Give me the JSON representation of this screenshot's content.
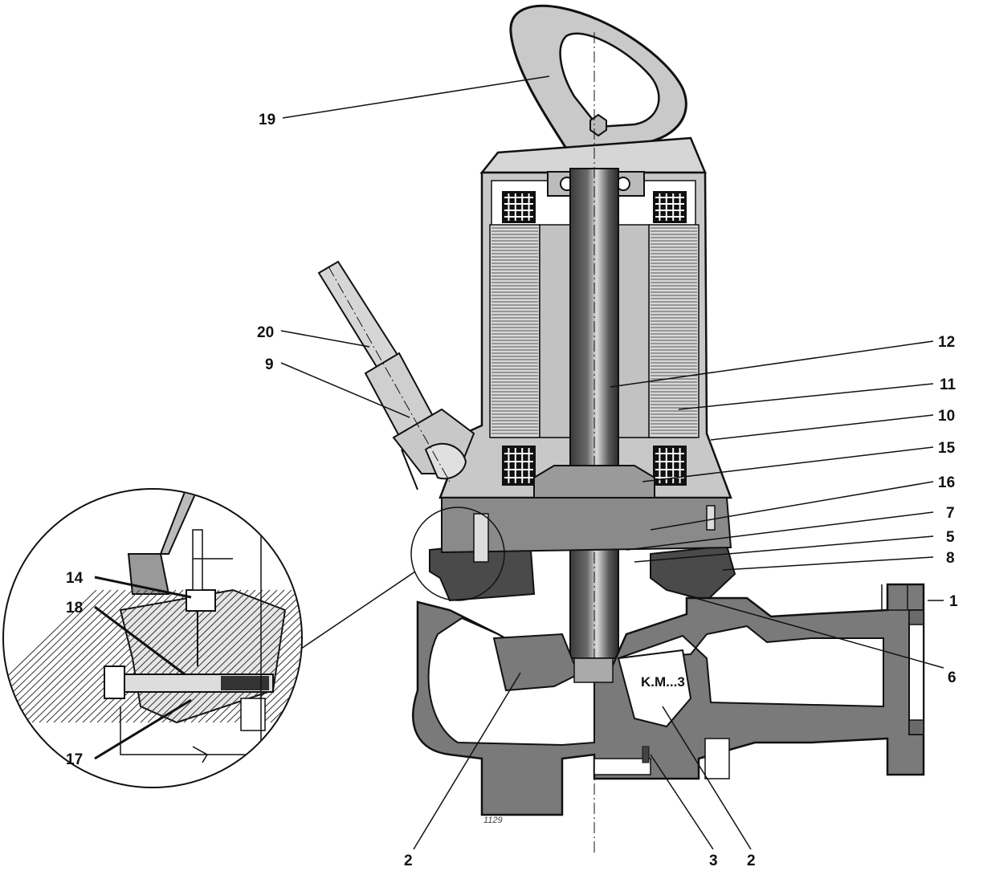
{
  "diagram": {
    "callouts": [
      "19",
      "20",
      "9",
      "12",
      "11",
      "10",
      "15",
      "16",
      "7",
      "5",
      "8",
      "1",
      "6",
      "14",
      "18",
      "17",
      "2",
      "3",
      "2"
    ],
    "inner_label": "K.M...3",
    "drawing_number": "1129"
  },
  "colors": {
    "body_gray": "#7a7a7a",
    "light_gray": "#c4c4c4",
    "dark_gray": "#4a4a4a",
    "line": "#111111"
  }
}
